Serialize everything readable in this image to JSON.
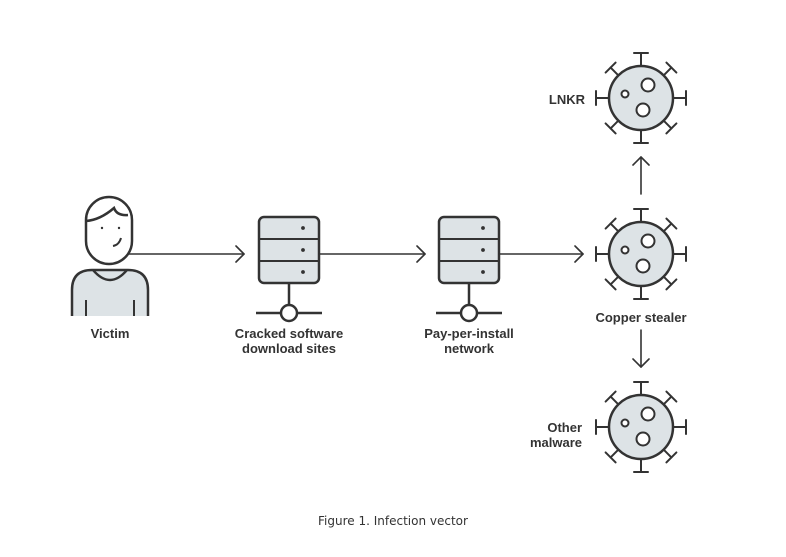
{
  "colors": {
    "stroke": "#333333",
    "fill": "#dde3e6",
    "text": "#333333"
  },
  "nodes": {
    "victim": {
      "label": "Victim",
      "icon": "person-icon"
    },
    "cracked": {
      "label_line1": "Cracked software",
      "label_line2": "download sites",
      "icon": "server-icon"
    },
    "ppi": {
      "label_line1": "Pay-per-install",
      "label_line2": "network",
      "icon": "server-icon"
    },
    "copper": {
      "label": "Copper stealer",
      "icon": "malware-icon"
    },
    "lnkr": {
      "label": "LNKR",
      "icon": "malware-icon"
    },
    "other": {
      "label_line1": "Other",
      "label_line2": "malware",
      "icon": "malware-icon"
    }
  },
  "caption": "Figure 1. Infection vector"
}
